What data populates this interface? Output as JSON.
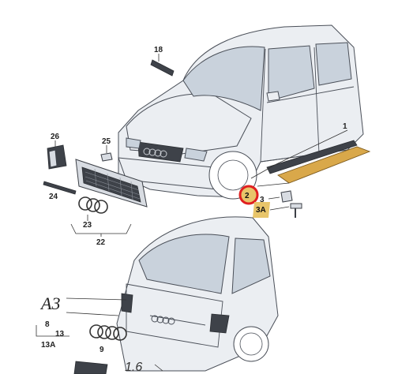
{
  "callouts": {
    "c1": "1",
    "c2": "2",
    "c3": "3",
    "c3a": "3A",
    "c8": "8",
    "c9": "9",
    "c13": "13",
    "c13a": "13A",
    "c18": "18",
    "c22": "22",
    "c23": "23",
    "c24": "24",
    "c25": "25",
    "c26": "26"
  },
  "emblems": {
    "rear_model_badge": "A3",
    "tailgate_badge": "1.6"
  },
  "colors": {
    "highlight_ring": "#e02020",
    "highlight_fill": "#e8c56a",
    "sill_strip": "#d9a84a",
    "car_body": "#ebeef2",
    "glass": "#c9d2dc"
  }
}
